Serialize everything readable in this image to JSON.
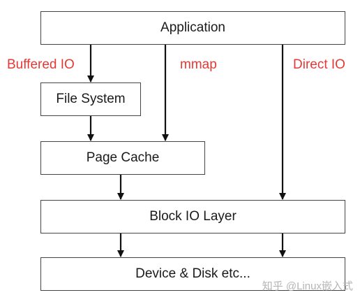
{
  "diagram": {
    "nodes": {
      "application": "Application",
      "file_system": "File System",
      "page_cache": "Page Cache",
      "block_io_layer": "Block IO Layer",
      "device_disk": "Device & Disk etc..."
    },
    "paths": {
      "buffered_io": "Buffered IO",
      "mmap": "mmap",
      "direct_io": "Direct IO"
    },
    "edges": [
      {
        "from": "application",
        "to": "file_system",
        "path": "buffered_io"
      },
      {
        "from": "file_system",
        "to": "page_cache",
        "path": "buffered_io"
      },
      {
        "from": "application",
        "to": "page_cache",
        "path": "mmap"
      },
      {
        "from": "page_cache",
        "to": "block_io_layer"
      },
      {
        "from": "application",
        "to": "block_io_layer",
        "path": "direct_io"
      },
      {
        "from": "block_io_layer",
        "to": "device_disk"
      },
      {
        "from": "block_io_layer",
        "to": "device_disk"
      }
    ],
    "colors": {
      "path_label": "#e53935",
      "box_border": "#444444",
      "arrow": "#111111"
    }
  },
  "watermark": "知乎 @Linux嵌入式"
}
